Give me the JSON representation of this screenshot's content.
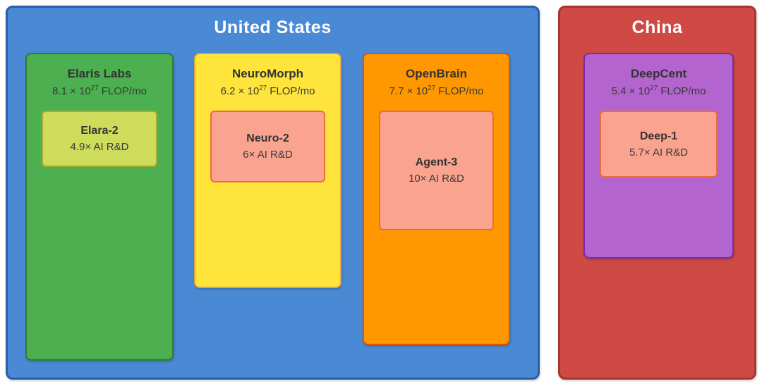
{
  "diagram": {
    "countries": [
      {
        "name": "United States",
        "labs": [
          {
            "name": "Elaris Labs",
            "flop_prefix": "8.1 × 10",
            "flop_exp": "27",
            "flop_suffix": " FLOP/mo",
            "model": {
              "name": "Elara-2",
              "rnd": "4.9× AI R&D"
            }
          },
          {
            "name": "NeuroMorph",
            "flop_prefix": "6.2 × 10",
            "flop_exp": "27",
            "flop_suffix": " FLOP/mo",
            "model": {
              "name": "Neuro-2",
              "rnd": "6× AI R&D"
            }
          },
          {
            "name": "OpenBrain",
            "flop_prefix": "7.7 × 10",
            "flop_exp": "27",
            "flop_suffix": " FLOP/mo",
            "model": {
              "name": "Agent-3",
              "rnd": "10× AI R&D"
            }
          }
        ]
      },
      {
        "name": "China",
        "labs": [
          {
            "name": "DeepCent",
            "flop_prefix": "5.4 × 10",
            "flop_exp": "27",
            "flop_suffix": " FLOP/mo",
            "model": {
              "name": "Deep-1",
              "rnd": "5.7× AI R&D"
            }
          }
        ]
      }
    ],
    "colors": {
      "us_fill": "#4a8ad5",
      "us_border": "#2a5da8",
      "china_fill": "#d04a45",
      "china_border": "#a53530",
      "elaris_fill": "#4caf50",
      "elaris_border": "#2f7d32",
      "neuromorph_fill": "#ffe43c",
      "neuromorph_border": "#e0a73e",
      "openbrain_fill": "#ff9800",
      "openbrain_border": "#e65100",
      "deepcent_fill": "#b464ce",
      "deepcent_border": "#7a2ba8",
      "elara_model_fill": "#cedc5c",
      "elara_model_border": "#a6ac2e",
      "salmon_model_fill": "#faa38e",
      "salmon_model_border": "#ec6c3c",
      "title_text": "#ffffff",
      "body_text": "#333333"
    }
  }
}
